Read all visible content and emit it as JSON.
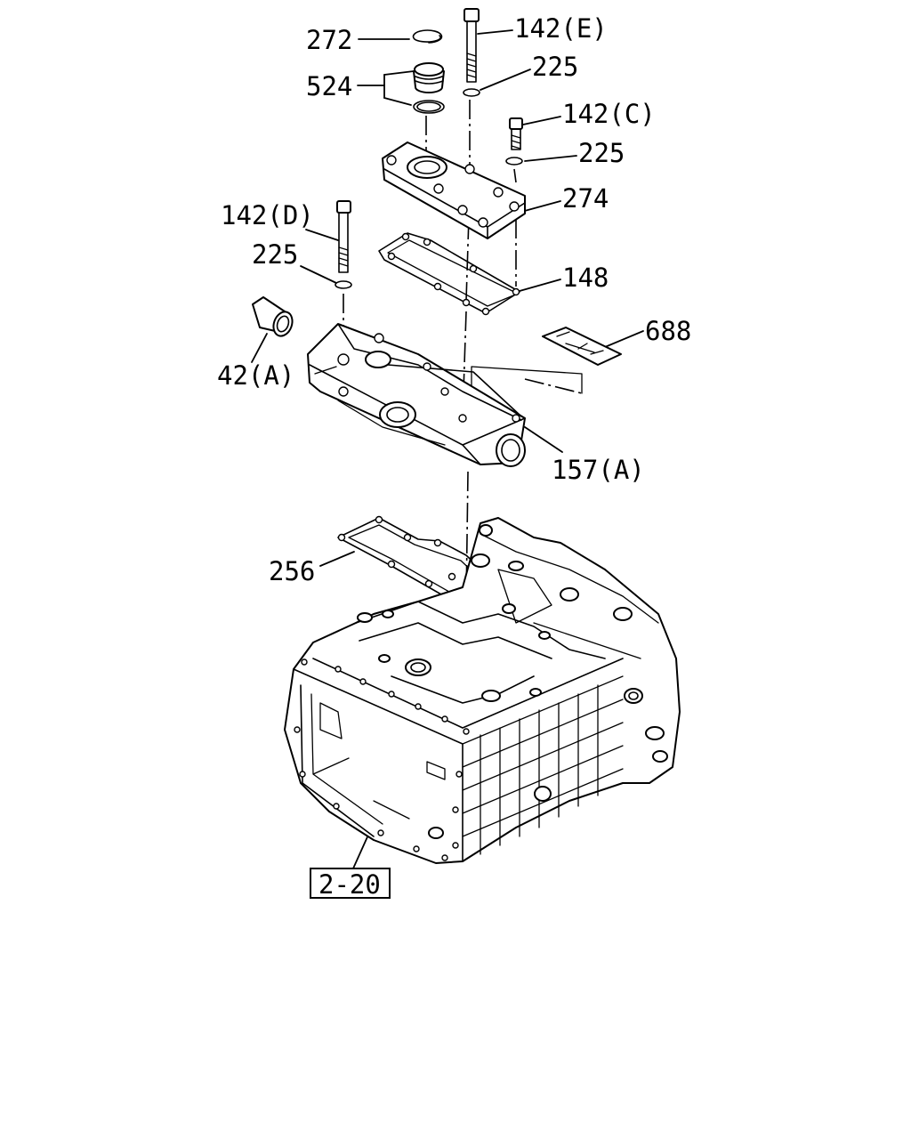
{
  "callouts": {
    "c272": "272",
    "c524": "524",
    "c142e": "142(E)",
    "c225a": "225",
    "c142c": "142(C)",
    "c225b": "225",
    "c274": "274",
    "c142d": "142(D)",
    "c225c": "225",
    "c148": "148",
    "c688": "688",
    "c42a": "42(A)",
    "c157a": "157(A)",
    "c256": "256",
    "ref": "2-20"
  }
}
